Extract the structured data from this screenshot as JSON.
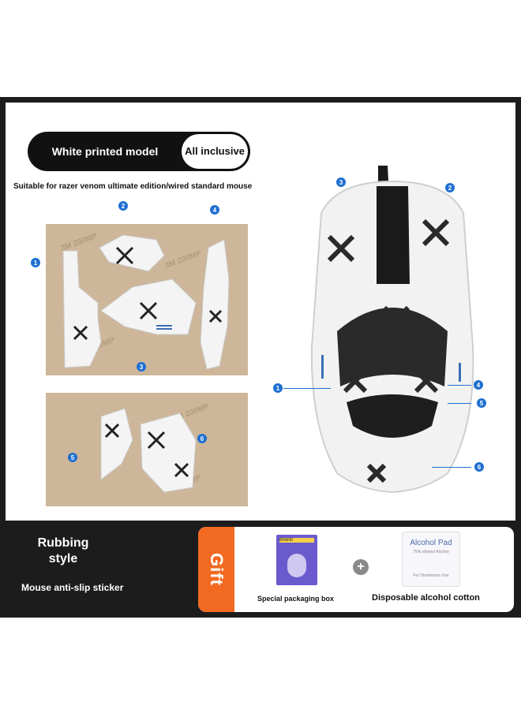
{
  "header": {
    "model_label": "White printed model",
    "inclusive_label": "All inclusive"
  },
  "subtitle": "Suitable for razer venom ultimate edition/wired standard mouse",
  "sheets": {
    "watermark": "3M 200MP"
  },
  "callouts": [
    "1",
    "2",
    "3",
    "4",
    "5",
    "6"
  ],
  "bottom": {
    "style_title": "Rubbing style",
    "style_sub": "Mouse anti-slip sticker",
    "gift_tag": "Gift",
    "box_label": "Special packaging box",
    "box_brand": "BRAND",
    "alcohol_title": "Alcohol Pad",
    "alcohol_sub": "75% ethanol Alcohol",
    "alcohol_note": "For Disinfection Use",
    "cotton_label": "Disposable alcohol cotton",
    "plus": "+"
  },
  "colors": {
    "accent_blue": "#1e6fd1",
    "gift_orange": "#f26a21",
    "sheet_tan": "#cdb69a",
    "dark": "#1c1c1c"
  }
}
